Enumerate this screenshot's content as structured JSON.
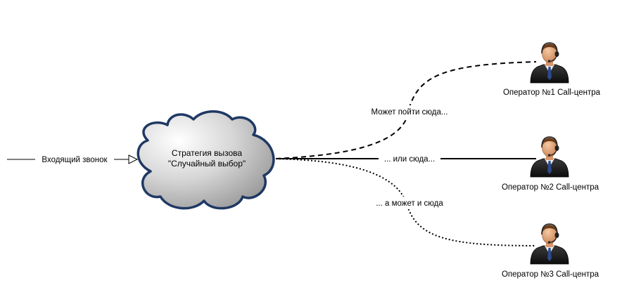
{
  "incoming": {
    "label": "Входящий звонок"
  },
  "strategy": {
    "line1": "Стратегия вызова",
    "line2": "\"Случайный выбор\""
  },
  "routes": [
    {
      "label": "Может пойти сюда...",
      "style": "dashed"
    },
    {
      "label": "... или сюда...",
      "style": "solid"
    },
    {
      "label": "... а может и сюда",
      "style": "dotted"
    }
  ],
  "operators": [
    {
      "label": "Оператор №1 Call-центра",
      "icon": "operator-headset-icon"
    },
    {
      "label": "Оператор №2 Call-центра",
      "icon": "operator-headset-icon"
    },
    {
      "label": "Оператор №3 Call-центра",
      "icon": "operator-headset-icon"
    }
  ],
  "colors": {
    "cloud_stroke": "#1f3864",
    "cloud_fill_light": "#ffffff",
    "cloud_fill_dark": "#8c8c8c",
    "suit": "#1a1a1a",
    "skin": "#e8a77a",
    "hair": "#6b3d1c",
    "tie": "#2c4a8c"
  }
}
